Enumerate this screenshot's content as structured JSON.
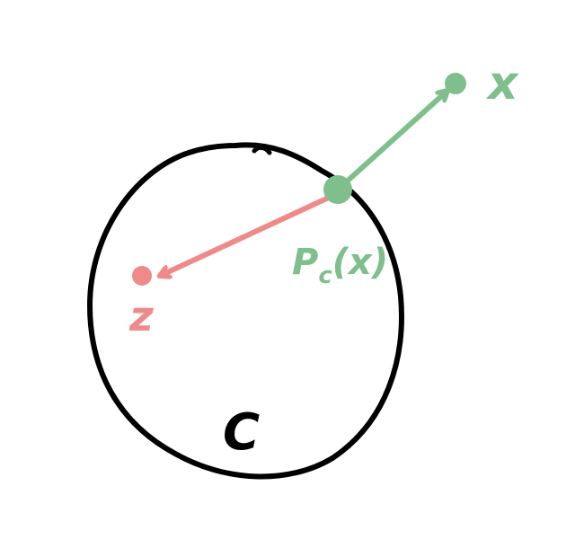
{
  "labels": {
    "point_x": "x",
    "projection": "P_C(x)",
    "projection_main": "P",
    "projection_sub": "c",
    "projection_arg": "(x)",
    "point_z": "z",
    "set_name": "C"
  },
  "colors": {
    "set_outline": "#000000",
    "green": "#7fbf8b",
    "red": "#ef8a8a",
    "background": "#ffffff"
  }
}
